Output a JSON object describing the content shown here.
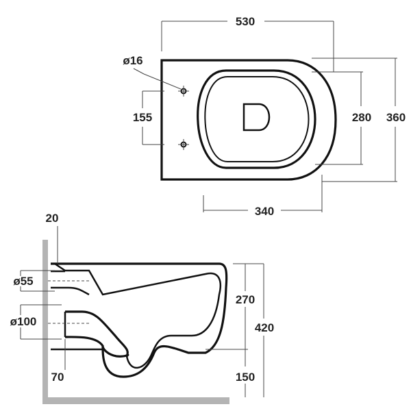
{
  "top_view": {
    "overall_length": "530",
    "fixing_hole_diameter": "ø16",
    "fixing_hole_spacing": "155",
    "seat_width": "280",
    "overall_width": "360",
    "bowl_length": "340"
  },
  "side_view": {
    "wall_offset": "20",
    "inlet_diameter": "ø55",
    "outlet_diameter": "ø100",
    "inlet_height": "270",
    "overall_height": "420",
    "outlet_height": "150",
    "outlet_projection": "70"
  },
  "colors": {
    "line": "#111111",
    "wall": "#b4b4b4"
  }
}
